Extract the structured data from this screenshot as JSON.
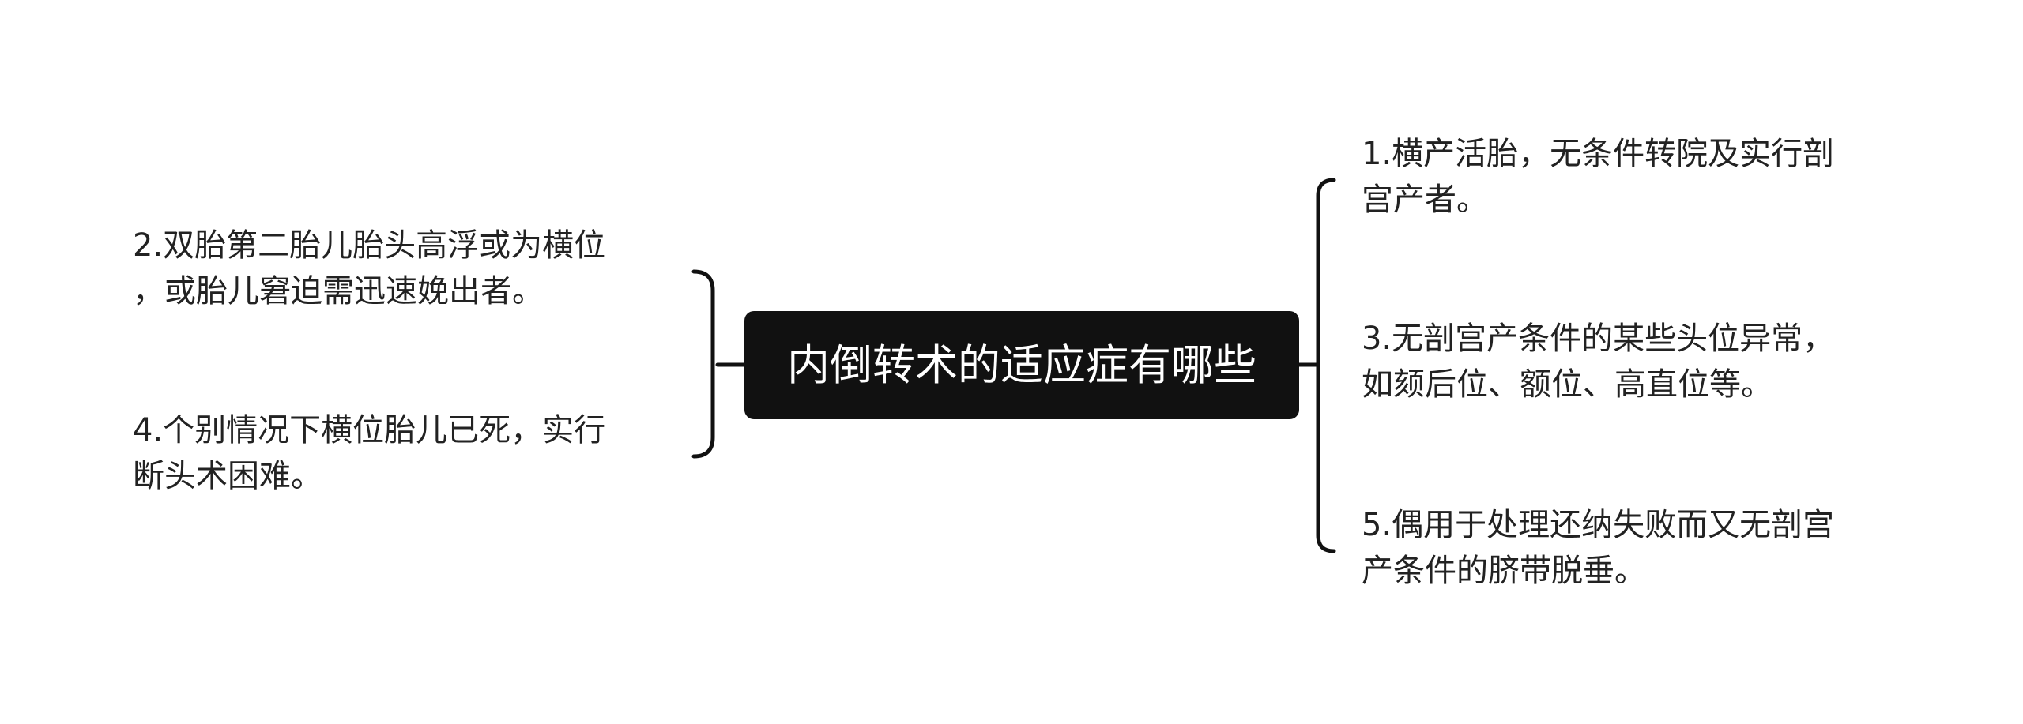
{
  "mindmap": {
    "center": {
      "label": "内倒转术的适应症有哪些"
    },
    "left_items": [
      {
        "label": "2.双胎第二胎儿胎头高浮或为横位\n，或胎儿窘迫需迅速娩出者。"
      },
      {
        "label": "4.个别情况下横位胎儿已死，实行\n断头术困难。"
      }
    ],
    "right_items": [
      {
        "label": "1.横产活胎，无条件转院及实行剖\n宫产者。"
      },
      {
        "label": "3.无剖宫产条件的某些头位异常，\n如颏后位、额位、高直位等。"
      },
      {
        "label": "5.偶用于处理还纳失败而又无剖宫\n产条件的脐带脱垂。"
      }
    ]
  },
  "colors": {
    "background": "#ffffff",
    "center_fill": "#111111",
    "center_text": "#ffffff",
    "leaf_text": "#222222",
    "line": "#111111"
  }
}
